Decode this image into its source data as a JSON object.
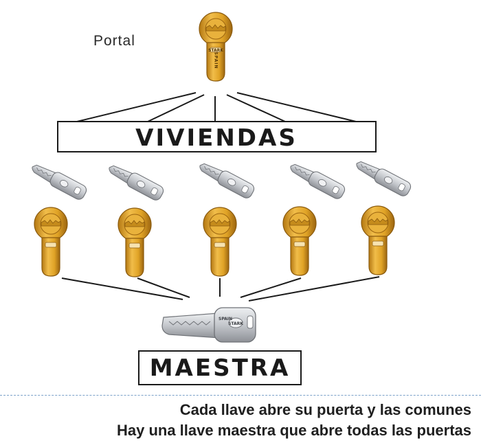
{
  "portal_label": "Portal",
  "top_box_label": "VIVIENDAS",
  "bottom_box_label": "MAESTRA",
  "cylinder_brand": "STARK",
  "cylinder_origin": "SPAIN",
  "key_brand": "STARK",
  "master_key_origin": "SPAIN",
  "captions": [
    "Cada llave abre su puerta y las comunes",
    "Hay una llave maestra que abre todas las puertas"
  ],
  "colors": {
    "brass": "#e0a326",
    "brass_dark": "#a66e12",
    "steel": "#c9cbcf",
    "steel_dark": "#7d8086",
    "line": "#1a1a1a"
  }
}
